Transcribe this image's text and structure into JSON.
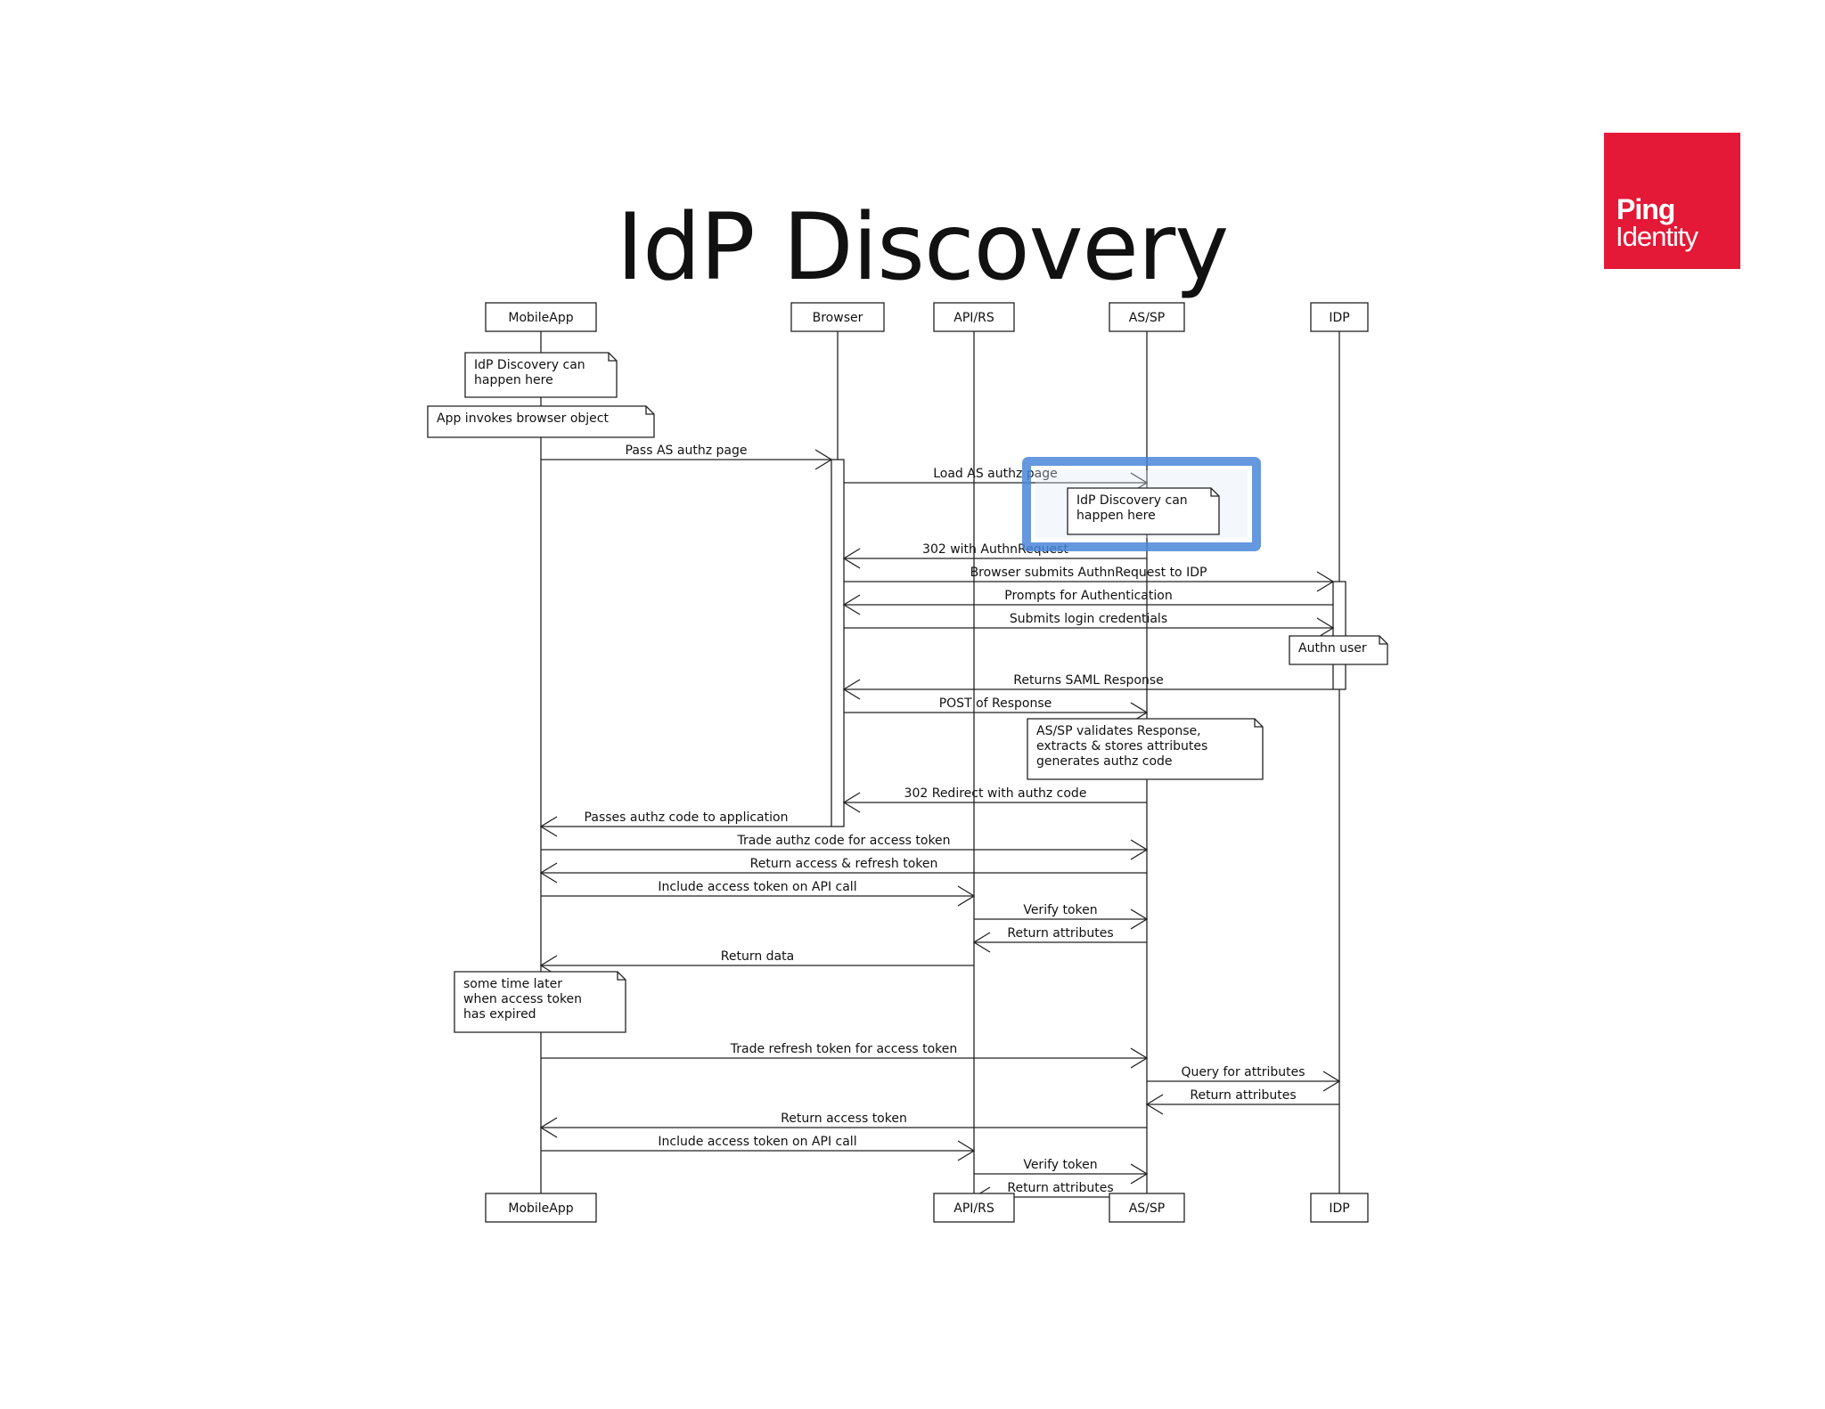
{
  "title": "IdP Discovery",
  "logo": {
    "line1": "Ping",
    "line2": "Identity"
  },
  "participants": [
    {
      "id": "mobile",
      "label": "MobileApp"
    },
    {
      "id": "browser",
      "label": "Browser"
    },
    {
      "id": "api",
      "label": "API/RS"
    },
    {
      "id": "assp",
      "label": "AS/SP"
    },
    {
      "id": "idp",
      "label": "IDP"
    }
  ],
  "bottom_participants": [
    "MobileApp",
    "API/RS",
    "AS/SP",
    "IDP"
  ],
  "notes": [
    {
      "id": "note-idp-discovery-1",
      "lines": [
        "IdP Discovery can",
        "happen here"
      ]
    },
    {
      "id": "note-app-invokes",
      "lines": [
        "App invokes browser object"
      ]
    },
    {
      "id": "note-idp-discovery-2",
      "lines": [
        "IdP Discovery can",
        "happen here"
      ],
      "highlight": true
    },
    {
      "id": "note-authn-user",
      "lines": [
        "Authn user"
      ]
    },
    {
      "id": "note-assp-validates",
      "lines": [
        "AS/SP validates Response,",
        "extracts & stores attributes",
        "generates authz code"
      ]
    },
    {
      "id": "note-some-time-later",
      "lines": [
        "some time later",
        "when access token",
        "has expired"
      ]
    }
  ],
  "messages": [
    {
      "from": "mobile",
      "to": "browser",
      "label": "Pass AS authz page"
    },
    {
      "from": "browser",
      "to": "assp",
      "label": "Load AS authz page"
    },
    {
      "from": "assp",
      "to": "browser",
      "label": "302 with AuthnRequest"
    },
    {
      "from": "browser",
      "to": "idp",
      "label": "Browser submits AuthnRequest to IDP"
    },
    {
      "from": "idp",
      "to": "browser",
      "label": "Prompts for Authentication"
    },
    {
      "from": "browser",
      "to": "idp",
      "label": "Submits login credentials"
    },
    {
      "from": "idp",
      "to": "browser",
      "label": "Returns SAML Response"
    },
    {
      "from": "browser",
      "to": "assp",
      "label": "POST of Response"
    },
    {
      "from": "assp",
      "to": "browser",
      "label": "302 Redirect with authz code"
    },
    {
      "from": "browser",
      "to": "mobile",
      "label": "Passes authz code to application"
    },
    {
      "from": "mobile",
      "to": "assp",
      "label": "Trade authz code for access token"
    },
    {
      "from": "assp",
      "to": "mobile",
      "label": "Return access & refresh token"
    },
    {
      "from": "mobile",
      "to": "api",
      "label": "Include access token on API call"
    },
    {
      "from": "api",
      "to": "assp",
      "label": "Verify token"
    },
    {
      "from": "assp",
      "to": "api",
      "label": "Return attributes"
    },
    {
      "from": "api",
      "to": "mobile",
      "label": "Return data"
    },
    {
      "from": "mobile",
      "to": "assp",
      "label": "Trade refresh token for access token"
    },
    {
      "from": "assp",
      "to": "idp",
      "label": "Query for attributes"
    },
    {
      "from": "idp",
      "to": "assp",
      "label": "Return attributes"
    },
    {
      "from": "assp",
      "to": "mobile",
      "label": "Return access token"
    },
    {
      "from": "mobile",
      "to": "api",
      "label": "Include access token on API call"
    },
    {
      "from": "api",
      "to": "assp",
      "label": "Verify token"
    },
    {
      "from": "assp",
      "to": "api",
      "label": "Return attributes"
    }
  ],
  "colors": {
    "brand_red": "#e31937",
    "highlight_blue": "#4a86d8",
    "ink": "#222222"
  }
}
